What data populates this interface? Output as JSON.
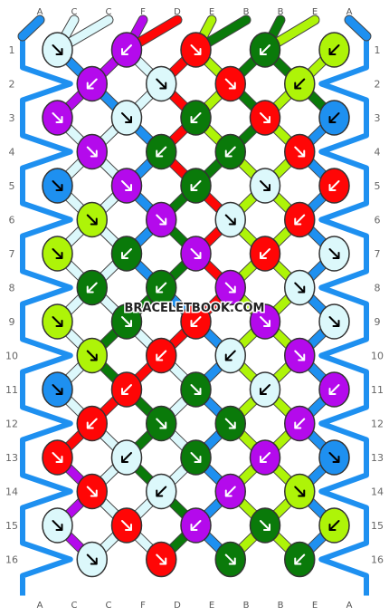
{
  "watermark": "BRACELETBOOK.COM",
  "colors": {
    "A": "#1e90f0",
    "C": "#dcf8fb",
    "F": "#b40aec",
    "D": "#ff0606",
    "E": "#aef408",
    "B": "#0a7a0a"
  },
  "strings": [
    "A",
    "C",
    "C",
    "F",
    "D",
    "E",
    "B",
    "B",
    "E",
    "A"
  ],
  "strings_bottom": [
    "A",
    "C",
    "C",
    "F",
    "D",
    "E",
    "B",
    "B",
    "E",
    "A"
  ],
  "row_numbers": [
    "1",
    "2",
    "3",
    "4",
    "5",
    "6",
    "7",
    "8",
    "9",
    "10",
    "11",
    "12",
    "13",
    "14",
    "15",
    "16"
  ],
  "knots": [
    [
      [
        "C",
        "se"
      ],
      [
        "F",
        "sw"
      ],
      [
        "D",
        "se"
      ],
      [
        "B",
        "sw"
      ],
      [
        "E",
        "sw"
      ]
    ],
    [
      [
        "F",
        "sw"
      ],
      [
        "C",
        "se"
      ],
      [
        "D",
        "se"
      ],
      [
        "E",
        "sw"
      ]
    ],
    [
      [
        "F",
        "se"
      ],
      [
        "C",
        "se"
      ],
      [
        "B",
        "sw"
      ],
      [
        "D",
        "se"
      ],
      [
        "A",
        "sw"
      ]
    ],
    [
      [
        "F",
        "se"
      ],
      [
        "B",
        "sw"
      ],
      [
        "B",
        "sw"
      ],
      [
        "D",
        "se"
      ]
    ],
    [
      [
        "A",
        "se"
      ],
      [
        "F",
        "se"
      ],
      [
        "B",
        "sw"
      ],
      [
        "C",
        "se"
      ],
      [
        "D",
        "sw"
      ]
    ],
    [
      [
        "E",
        "se"
      ],
      [
        "F",
        "se"
      ],
      [
        "C",
        "se"
      ],
      [
        "D",
        "sw"
      ]
    ],
    [
      [
        "E",
        "se"
      ],
      [
        "B",
        "sw"
      ],
      [
        "F",
        "se"
      ],
      [
        "D",
        "sw"
      ],
      [
        "C",
        "se"
      ]
    ],
    [
      [
        "B",
        "sw"
      ],
      [
        "B",
        "sw"
      ],
      [
        "F",
        "se"
      ],
      [
        "C",
        "se"
      ]
    ],
    [
      [
        "E",
        "se"
      ],
      [
        "B",
        "se"
      ],
      [
        "D",
        "sw"
      ],
      [
        "F",
        "se"
      ],
      [
        "C",
        "se"
      ]
    ],
    [
      [
        "E",
        "se"
      ],
      [
        "D",
        "sw"
      ],
      [
        "C",
        "sw"
      ],
      [
        "F",
        "se"
      ]
    ],
    [
      [
        "A",
        "se"
      ],
      [
        "D",
        "sw"
      ],
      [
        "B",
        "se"
      ],
      [
        "C",
        "sw"
      ],
      [
        "F",
        "sw"
      ]
    ],
    [
      [
        "D",
        "sw"
      ],
      [
        "B",
        "se"
      ],
      [
        "B",
        "se"
      ],
      [
        "F",
        "sw"
      ]
    ],
    [
      [
        "D",
        "se"
      ],
      [
        "C",
        "sw"
      ],
      [
        "B",
        "se"
      ],
      [
        "F",
        "sw"
      ],
      [
        "A",
        "se"
      ]
    ],
    [
      [
        "D",
        "se"
      ],
      [
        "C",
        "sw"
      ],
      [
        "F",
        "sw"
      ],
      [
        "E",
        "se"
      ]
    ],
    [
      [
        "C",
        "se"
      ],
      [
        "D",
        "se"
      ],
      [
        "F",
        "sw"
      ],
      [
        "B",
        "se"
      ],
      [
        "E",
        "sw"
      ]
    ],
    [
      [
        "C",
        "se"
      ],
      [
        "D",
        "se"
      ],
      [
        "B",
        "se"
      ],
      [
        "B",
        "sw"
      ]
    ]
  ]
}
